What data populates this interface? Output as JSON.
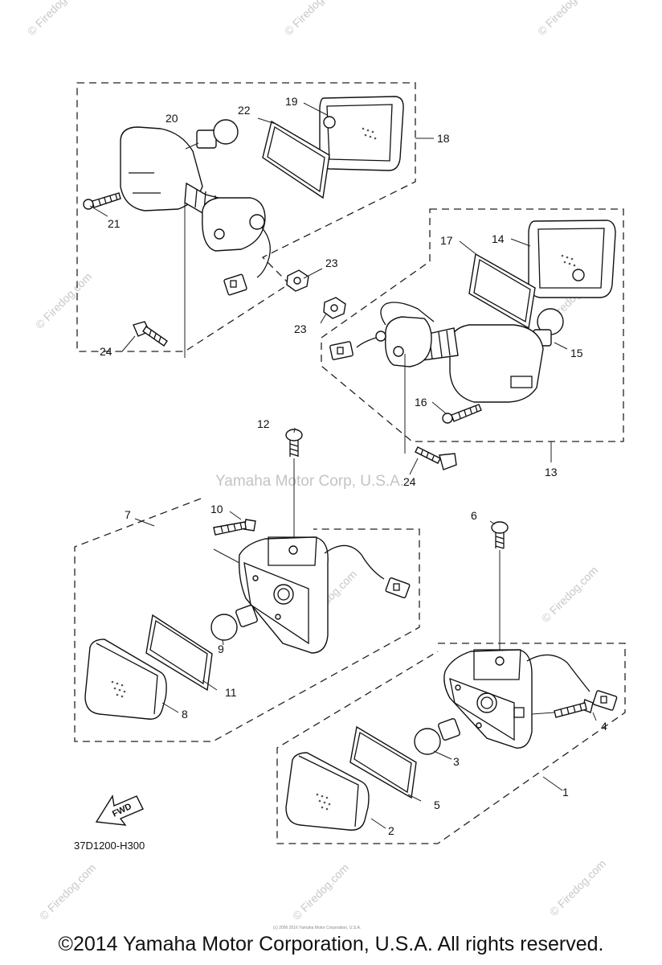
{
  "diagram": {
    "part_callouts": [
      "1",
      "2",
      "3",
      "4",
      "5",
      "6",
      "7",
      "8",
      "9",
      "10",
      "11",
      "12",
      "13",
      "14",
      "15",
      "16",
      "17",
      "18",
      "19",
      "20",
      "21",
      "22",
      "23",
      "23",
      "24",
      "24"
    ],
    "direction_label": "FWD",
    "drawing_code": "37D1200-H300",
    "watermark_center": "Yamaha Motor Corp, U.S.A.",
    "watermark_site": "© Firedog.com",
    "fine_print": "(c) 2006 2016 Yamaha Motor Corporation, U.S.A."
  },
  "footer": {
    "copyright": "©2014 Yamaha Motor Corporation, U.S.A. All rights reserved."
  }
}
